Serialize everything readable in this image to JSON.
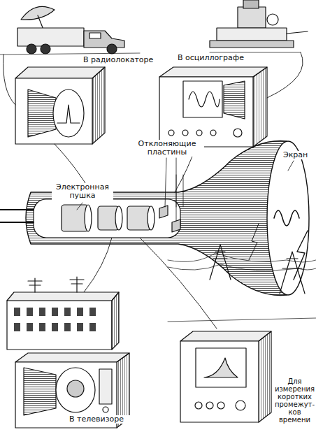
{
  "diagram": {
    "labels": [
      "В радиолокаторе",
      "В осциллографе",
      "Отклоняющие пластины",
      "Экран",
      "Электронная пушка",
      "В телевизоре",
      "Для измерения коротких промежут- ков времени"
    ]
  }
}
